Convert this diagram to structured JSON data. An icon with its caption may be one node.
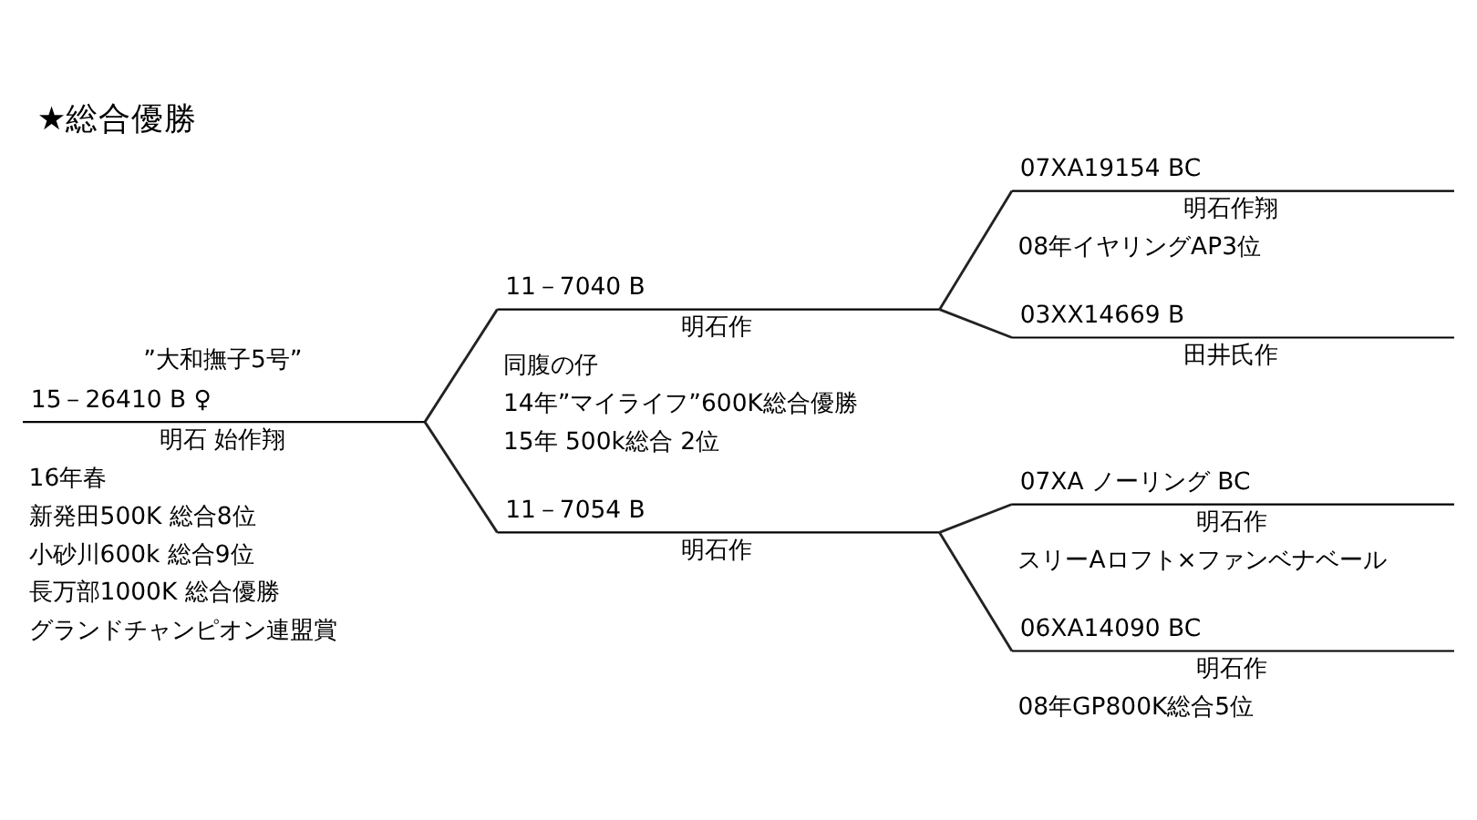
{
  "diagram": {
    "title": "★総合優勝",
    "nodes": [
      {
        "text": [
          "”大和撫子5号”",
          "15－26410 B ♀",
          "明石 始作翔",
          "16年春",
          "新発田500K 総合8位",
          "小砂川600k 総合9位",
          "長万部1000K 総合優勝",
          "グランドチャンピオン連盟賞"
        ]
      },
      {
        "text": [
          "11－7040 B",
          "明石作",
          "同腹の仔",
          "14年”マイライフ”600K総合優勝",
          "15年 500k総合 2位"
        ]
      },
      {
        "text": [
          "11－7054 B",
          "明石作"
        ]
      },
      {
        "text": [
          "07XA19154 BC",
          "明石作翔",
          "08年イヤリングAP3位"
        ]
      },
      {
        "text": [
          "03XX14669 B",
          "田井氏作"
        ]
      },
      {
        "text": [
          "07XA ノーリング BC",
          "明石作",
          "スリーAロフト×ファンベナベール"
        ]
      },
      {
        "text": [
          "06XA14090 BC",
          "明石作",
          "08年GP800K総合5位"
        ]
      }
    ],
    "edges": [
      {
        "from": 0,
        "to": 1,
        "arrow": "none"
      },
      {
        "from": 0,
        "to": 2,
        "arrow": "none"
      },
      {
        "from": 1,
        "to": 3,
        "arrow": "none"
      },
      {
        "from": 1,
        "to": 4,
        "arrow": "none"
      },
      {
        "from": 2,
        "to": 5,
        "arrow": "none"
      },
      {
        "from": 2,
        "to": 6,
        "arrow": "none"
      }
    ]
  }
}
